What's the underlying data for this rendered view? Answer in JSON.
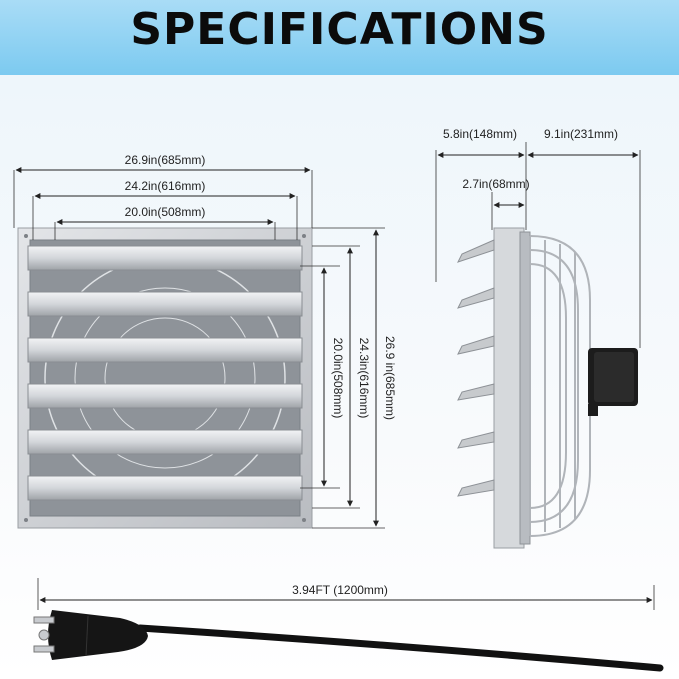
{
  "title": "SPECIFICATIONS",
  "front": {
    "width_outer": "26.9in(685mm)",
    "width_middle": "24.2in(616mm)",
    "width_inner": "20.0in(508mm)",
    "height_inner": "20.0in(508mm)",
    "height_middle": "24.3in(616mm)",
    "height_outer": "26.9 in(685mm)"
  },
  "side": {
    "depth_front": "5.8in(148mm)",
    "depth_back": "9.1in(231mm)",
    "depth_louver": "2.7in(68mm)"
  },
  "cord": {
    "length": "3.94FT (1200mm)"
  },
  "colors": {
    "header": "#7ccaf0",
    "metal": "#c9ccd0",
    "cord": "#111111"
  }
}
